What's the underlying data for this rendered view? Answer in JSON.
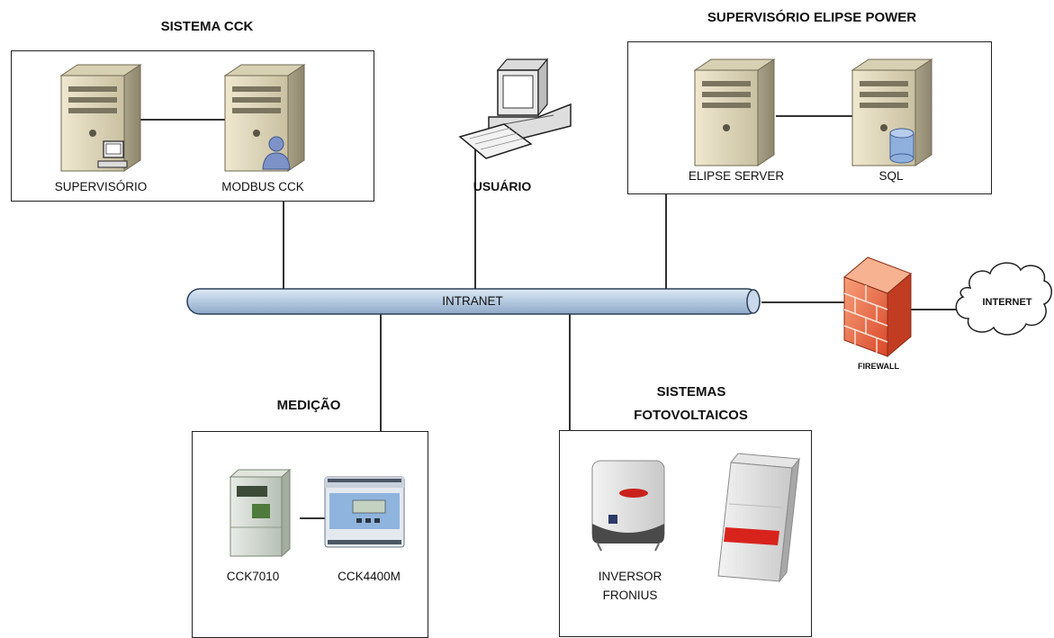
{
  "groups": {
    "cck": {
      "title": "SISTEMA CCK",
      "supervisorio": "SUPERVISÓRIO",
      "modbus": "MODBUS CCK"
    },
    "elipse": {
      "title": "SUPERVISÓRIO ELIPSE POWER",
      "server": "ELIPSE SERVER",
      "sql": "SQL"
    },
    "usuario": {
      "label": "USUÁRIO"
    },
    "intranet": {
      "label": "INTRANET"
    },
    "firewall": {
      "label": "FIREWALL"
    },
    "internet": {
      "label": "INTERNET"
    },
    "medicao": {
      "title": "MEDIÇÃO",
      "cck7010": "CCK7010",
      "cck4400m": "CCK4400M"
    },
    "fotovoltaicos": {
      "title_line1": "SISTEMAS",
      "title_line2": "FOTOVOLTAICOS",
      "inversor_line1": "INVERSOR",
      "inversor_line2": "FRONIUS"
    }
  }
}
